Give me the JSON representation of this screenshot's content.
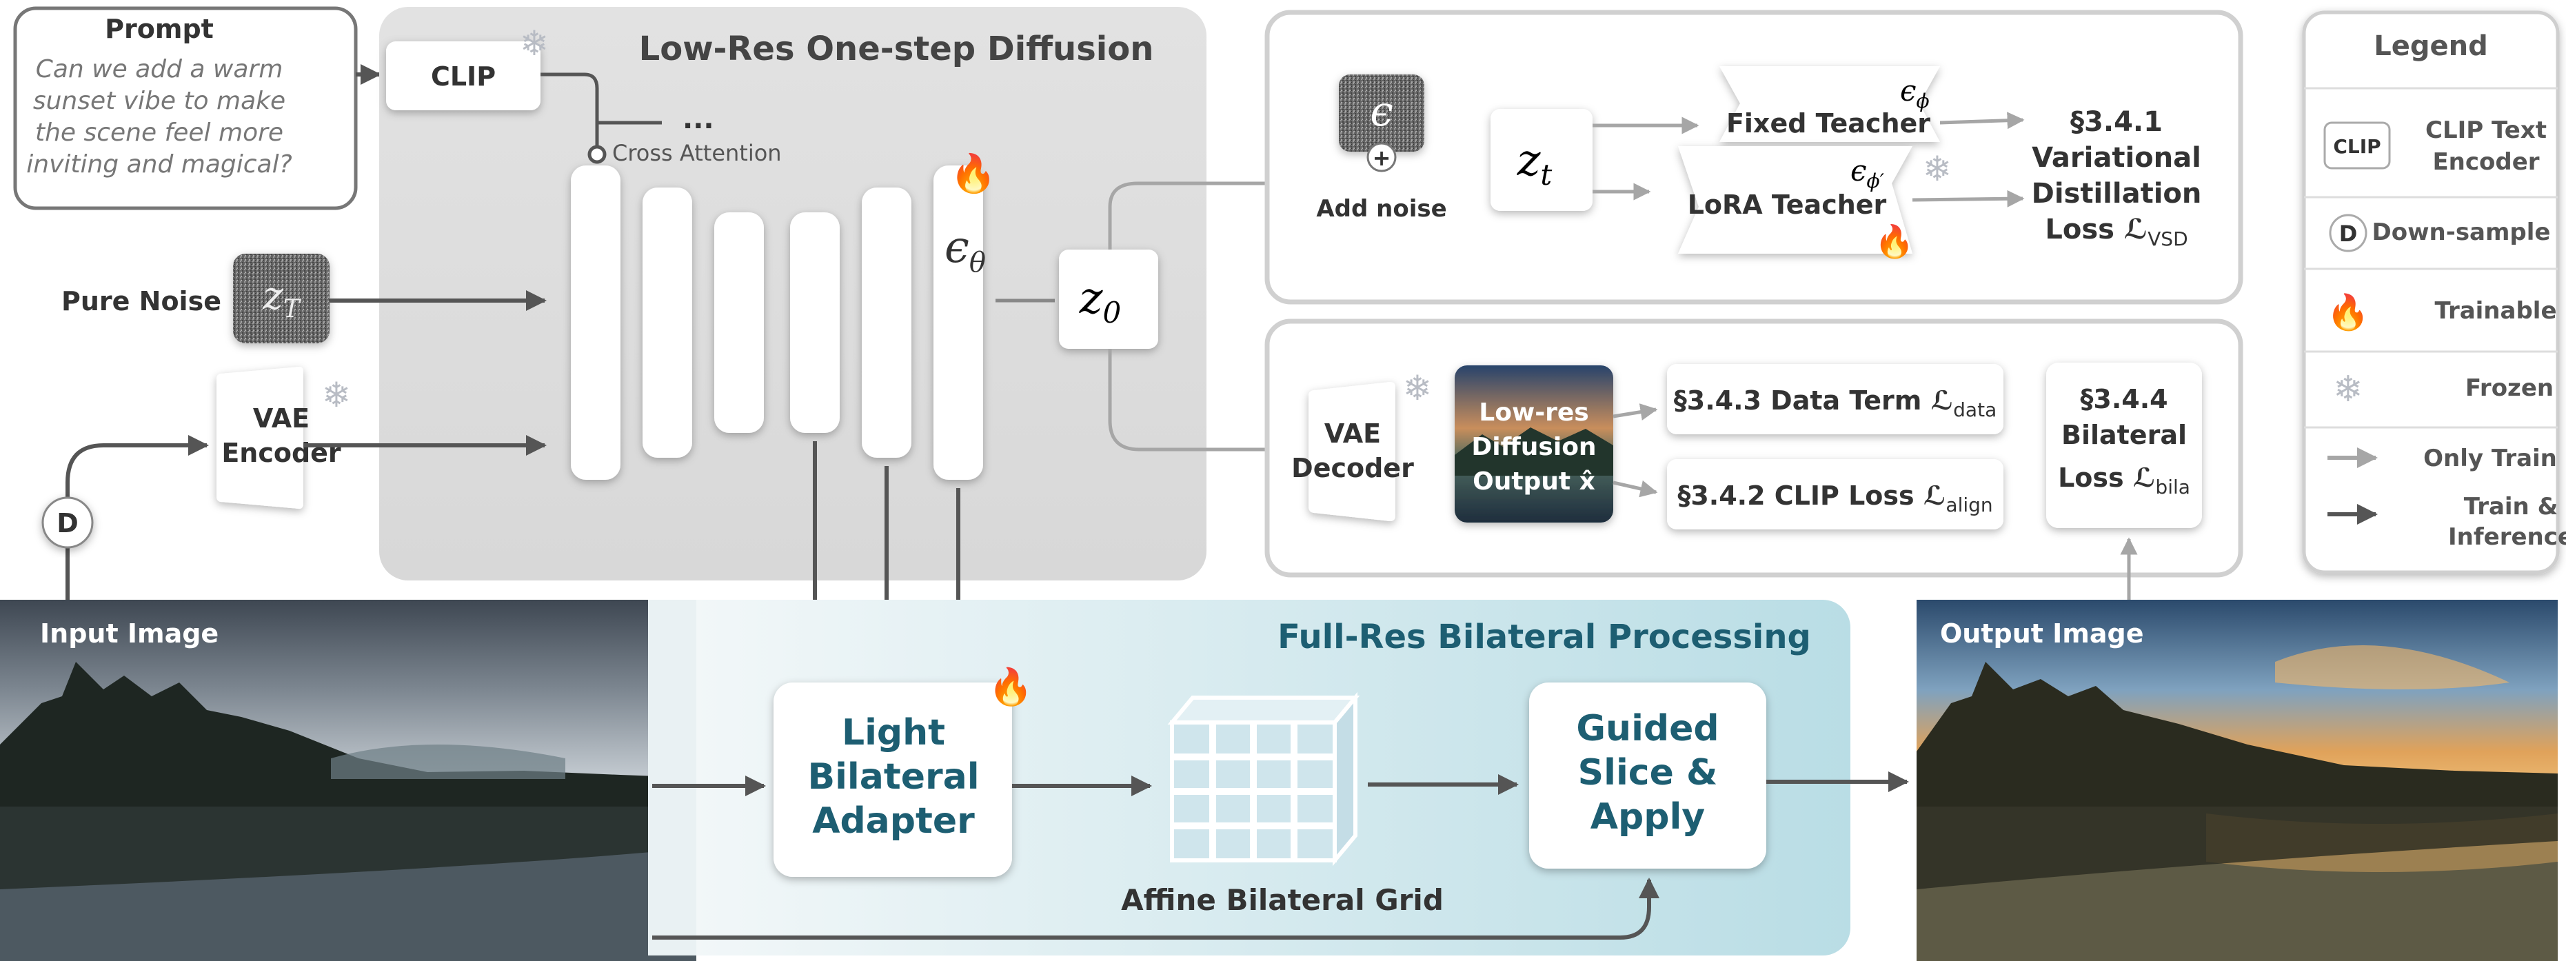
{
  "prompt": {
    "title": "Prompt",
    "lines": [
      "Can we add a warm",
      "sunset vibe to make",
      "the scene feel more",
      "inviting and magical?"
    ]
  },
  "clip_label": "CLIP",
  "lowres_title": "Low-Res One-step Diffusion",
  "ellipsis": "...",
  "cross_attention": "Cross Attention",
  "pure_noise_label": "Pure Noise",
  "zT_label": "z",
  "zT_sub": "T",
  "vae_encoder": [
    "VAE",
    "Encoder"
  ],
  "D_label": "D",
  "eps_theta": "ϵ",
  "eps_theta_sub": "θ",
  "z0": "z",
  "z0_sub": "0",
  "noise_eps": "ϵ",
  "add_noise": "Add noise",
  "zt": "z",
  "zt_sub": "t",
  "fixed_teacher": "Fixed Teacher",
  "lora_teacher": "LoRA Teacher",
  "eps_phi": "ϵ",
  "eps_phi_sub": "ϕ",
  "eps_phi_prime_sub": "ϕ′",
  "vsd": [
    "§3.4.1",
    "Variational",
    "Distillation",
    "Loss ℒ"
  ],
  "vsd_sub": "VSD",
  "vae_decoder": [
    "VAE",
    "Decoder"
  ],
  "lowres_output": [
    "Low-res",
    "Diffusion",
    "Output x̂"
  ],
  "data_term": "§3.4.3 Data Term ℒ",
  "data_term_sub": "data",
  "clip_loss": "§3.4.2 CLIP Loss ℒ",
  "clip_loss_sub": "align",
  "bilateral_loss": [
    "§3.4.4",
    "Bilateral",
    "Loss ℒ"
  ],
  "bilateral_loss_sub": "bila",
  "input_image": "Input Image",
  "output_image": "Output Image",
  "fullres_title": "Full-Res Bilateral Processing",
  "adapter": [
    "Light",
    "Bilateral",
    "Adapter"
  ],
  "affine_grid": "Affine Bilateral Grid",
  "slice_apply": [
    "Guided",
    "Slice &",
    "Apply"
  ],
  "legend": {
    "title": "Legend",
    "clip_badge": "CLIP",
    "clip_text": [
      "CLIP Text",
      "Encoder"
    ],
    "d_badge": "D",
    "d_text": "Down-sample",
    "trainable": "Trainable",
    "frozen": "Frozen",
    "only_train": "Only Train",
    "train_infer": [
      "Train &",
      "Inference"
    ]
  },
  "colors": {
    "fire": "#e48a86",
    "frozen": "#b8bcc4",
    "teal": "#1d5e72",
    "dark_arrow": "#555555",
    "light_arrow": "#a6a6a6"
  }
}
